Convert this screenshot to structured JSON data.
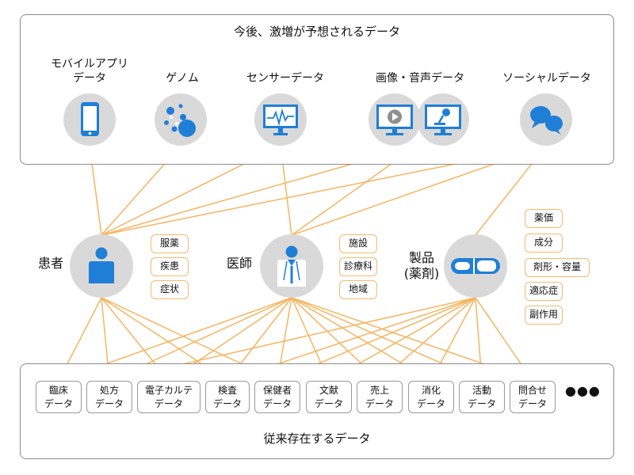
{
  "top_panel": {
    "title": "今後、激増が予想されるデータ"
  },
  "sources": [
    {
      "label": "モバイルアプリ\nデータ",
      "icon": "smartphone-icon"
    },
    {
      "label": "ゲノム",
      "icon": "genome-icon"
    },
    {
      "label": "センサーデータ",
      "icon": "sensor-monitor-icon"
    },
    {
      "label": "画像・音声データ",
      "icon": "video-audio-monitor-icon"
    },
    {
      "label": "ソーシャルデータ",
      "icon": "chat-bubbles-icon"
    }
  ],
  "actors": {
    "patient": {
      "label": "患者",
      "icon": "patient-icon",
      "tags": [
        "服薬",
        "疾患",
        "症状"
      ]
    },
    "doctor": {
      "label": "医師",
      "icon": "doctor-icon",
      "tags": [
        "施設",
        "診療科",
        "地域"
      ]
    },
    "product": {
      "label": "製品\n(薬剤)",
      "icon": "capsule-icon",
      "tags": [
        "薬価",
        "成分",
        "剤形・容量",
        "適応症",
        "副作用"
      ]
    }
  },
  "bottom_panel": {
    "title": "従来存在するデータ",
    "items": [
      "臨床\nデータ",
      "処方\nデータ",
      "電子カルテ\nデータ",
      "検査\nデータ",
      "保健者\nデータ",
      "文献\nデータ",
      "売上\nデータ",
      "消化\nデータ",
      "活動\nデータ",
      "問合せ\nデータ"
    ],
    "more": "●●●"
  },
  "colors": {
    "line": "#f7b45f",
    "icon_blue": "#1f7fd6",
    "circle": "#d9d9d9",
    "panel_border": "#8c8c8c"
  }
}
